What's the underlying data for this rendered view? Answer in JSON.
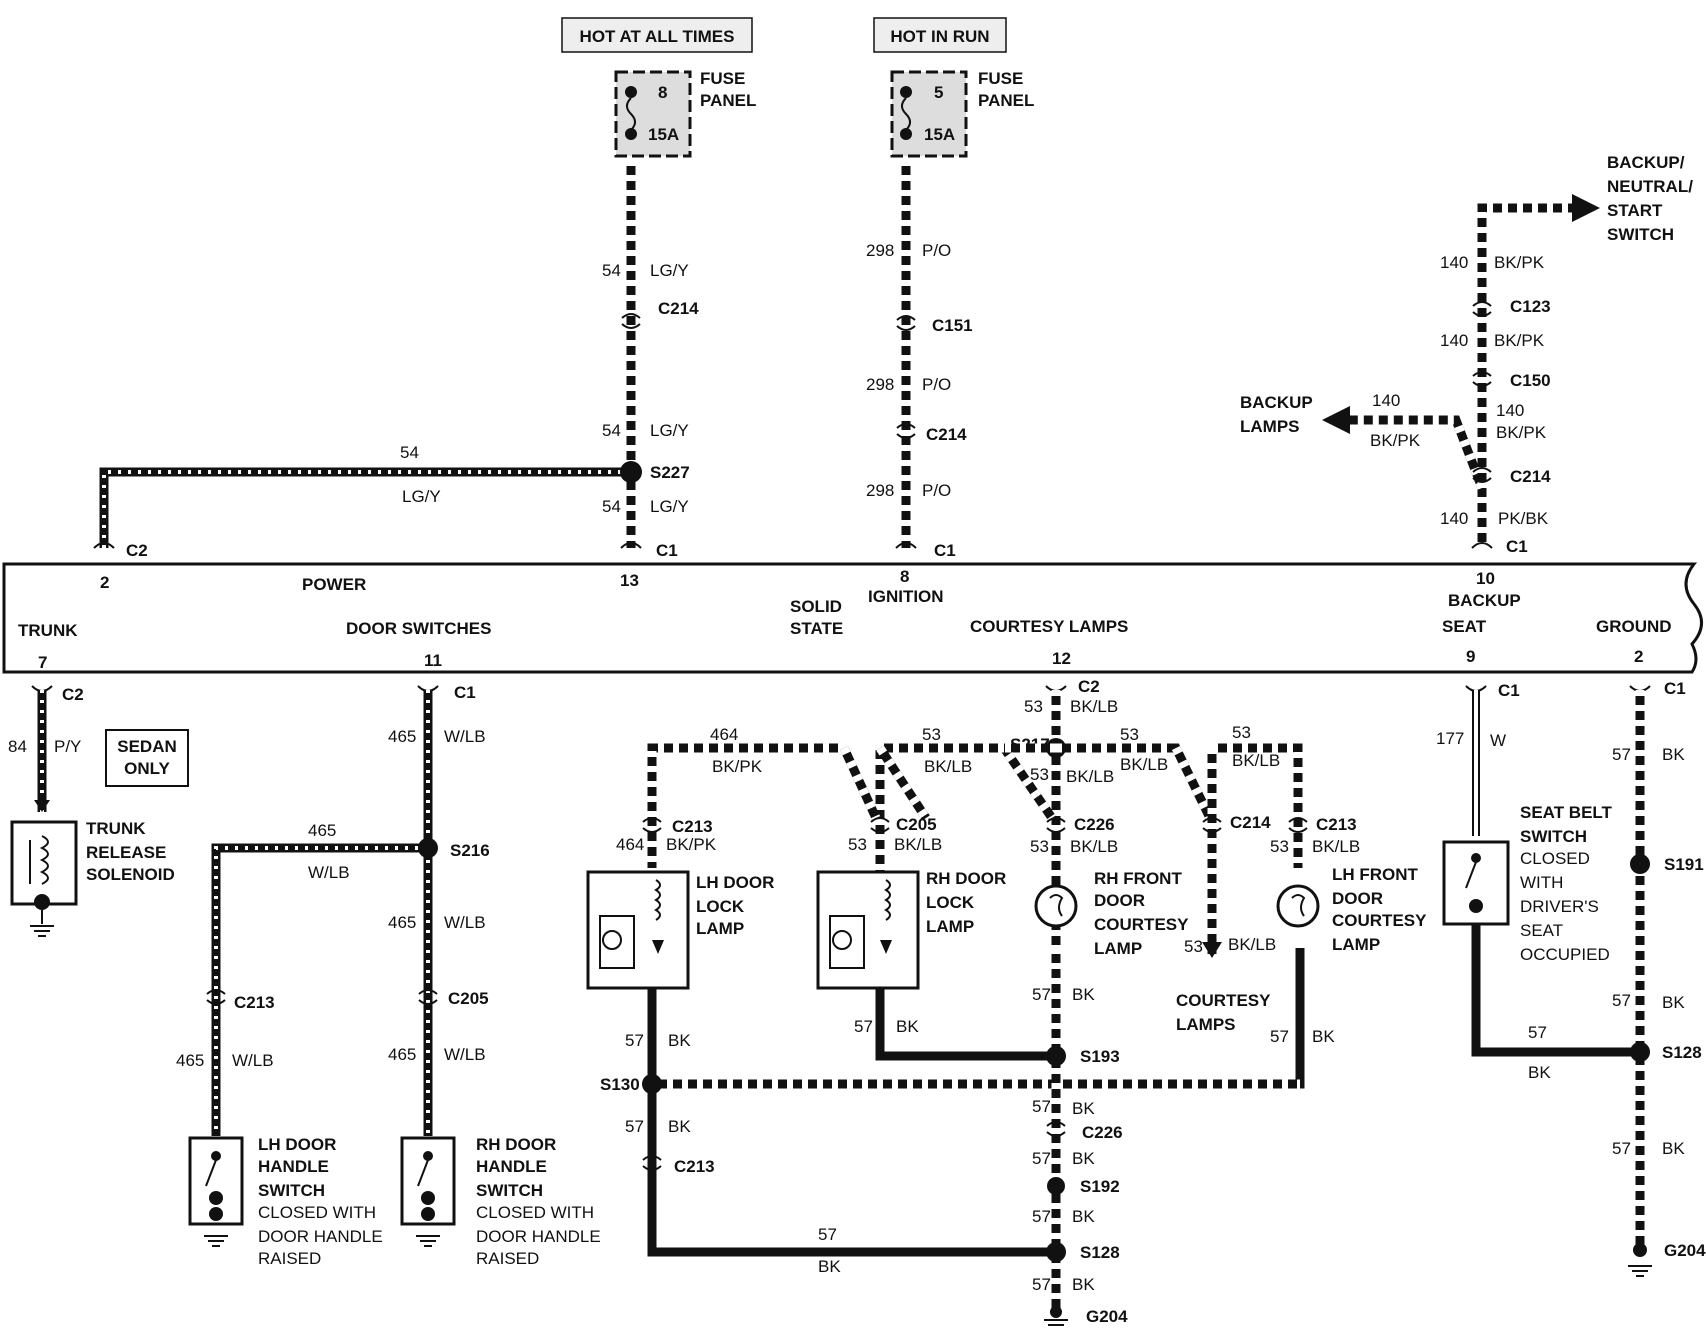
{
  "tags": {
    "hot_all_times": "HOT AT ALL TIMES",
    "hot_in_run": "HOT IN RUN"
  },
  "fuses": [
    {
      "num": "8",
      "amp": "15A",
      "label1": "FUSE",
      "label2": "PANEL"
    },
    {
      "num": "5",
      "amp": "15A",
      "label1": "FUSE",
      "label2": "PANEL"
    }
  ],
  "module": {
    "pins_top": [
      {
        "pin": "2",
        "conn": "C2",
        "name": "POWER"
      },
      {
        "pin": "13",
        "conn": "C1",
        "name": ""
      },
      {
        "pin": "8",
        "conn": "C1",
        "name": "IGNITION"
      },
      {
        "pin": "10",
        "conn": "C1",
        "name": "BACKUP"
      }
    ],
    "center_label1": "SOLID",
    "center_label2": "STATE",
    "pins_bottom": [
      {
        "pin": "7",
        "conn": "C2",
        "name": "TRUNK"
      },
      {
        "pin": "11",
        "conn": "C1",
        "name": "DOOR SWITCHES"
      },
      {
        "pin": "12",
        "conn": "C2",
        "name": "COURTESY LAMPS"
      },
      {
        "pin": "9",
        "conn": "C1",
        "name": "SEAT"
      },
      {
        "pin": "2",
        "conn": "C1",
        "name": "GROUND"
      }
    ]
  },
  "wires": {
    "w54": {
      "num": "54",
      "color": "LG/Y"
    },
    "w298": {
      "num": "298",
      "color": "P/O"
    },
    "w140a": {
      "num": "140",
      "color": "BK/PK"
    },
    "w140b": {
      "num": "140",
      "color": "PK/BK"
    },
    "w84": {
      "num": "84",
      "color": "P/Y"
    },
    "w465": {
      "num": "465",
      "color": "W/LB"
    },
    "w464": {
      "num": "464",
      "color": "BK/PK"
    },
    "w53": {
      "num": "53",
      "color": "BK/LB"
    },
    "w57": {
      "num": "57",
      "color": "BK"
    },
    "w177": {
      "num": "177",
      "color": "W"
    }
  },
  "connectors": {
    "c214": "C214",
    "c151": "C151",
    "c123": "C123",
    "c150": "C150",
    "c213": "C213",
    "c205": "C205",
    "c226": "C226"
  },
  "splices": {
    "s227": "S227",
    "s216": "S216",
    "s217": "S217",
    "s193": "S193",
    "s130": "S130",
    "s192": "S192",
    "s128": "S128",
    "s191": "S191"
  },
  "grounds": {
    "g204": "G204"
  },
  "components": {
    "bns": [
      "BACKUP/",
      "NEUTRAL/",
      "START",
      "SWITCH"
    ],
    "backup_lamps": [
      "BACKUP",
      "LAMPS"
    ],
    "sedan": [
      "SEDAN",
      "ONLY"
    ],
    "trunk_sol": [
      "TRUNK",
      "RELEASE",
      "SOLENOID"
    ],
    "lh_handle": [
      "LH DOOR",
      "HANDLE",
      "SWITCH",
      "CLOSED WITH",
      "DOOR HANDLE",
      "RAISED"
    ],
    "rh_handle": [
      "RH DOOR",
      "HANDLE",
      "SWITCH",
      "CLOSED WITH",
      "DOOR HANDLE",
      "RAISED"
    ],
    "lh_lock": [
      "LH DOOR",
      "LOCK",
      "LAMP"
    ],
    "rh_lock": [
      "RH DOOR",
      "LOCK",
      "LAMP"
    ],
    "rh_courtesy": [
      "RH FRONT",
      "DOOR",
      "COURTESY",
      "LAMP"
    ],
    "lh_courtesy": [
      "LH FRONT",
      "DOOR",
      "COURTESY",
      "LAMP"
    ],
    "courtesy_lamps": [
      "COURTESY",
      "LAMPS"
    ],
    "seatbelt": [
      "SEAT BELT",
      "SWITCH",
      "CLOSED",
      "WITH",
      "DRIVER'S",
      "SEAT",
      "OCCUPIED"
    ]
  }
}
